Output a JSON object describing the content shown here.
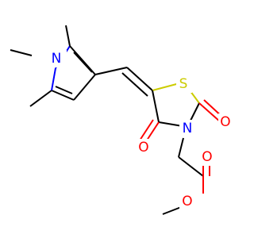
{
  "molecule": {
    "atoms": [
      {
        "id": "n_pyrrole",
        "symbol": "N",
        "color": "#0000ff"
      },
      {
        "id": "s_ring",
        "symbol": "S",
        "color": "#cccc00"
      },
      {
        "id": "n_ring",
        "symbol": "N",
        "color": "#0000ff"
      },
      {
        "id": "o_c4",
        "symbol": "O",
        "color": "#ff0000"
      },
      {
        "id": "o_c2",
        "symbol": "O",
        "color": "#ff0000"
      },
      {
        "id": "o_carbonyl",
        "symbol": "O",
        "color": "#ff0000"
      },
      {
        "id": "o_ester",
        "symbol": "O",
        "color": "#ff0000"
      }
    ]
  }
}
